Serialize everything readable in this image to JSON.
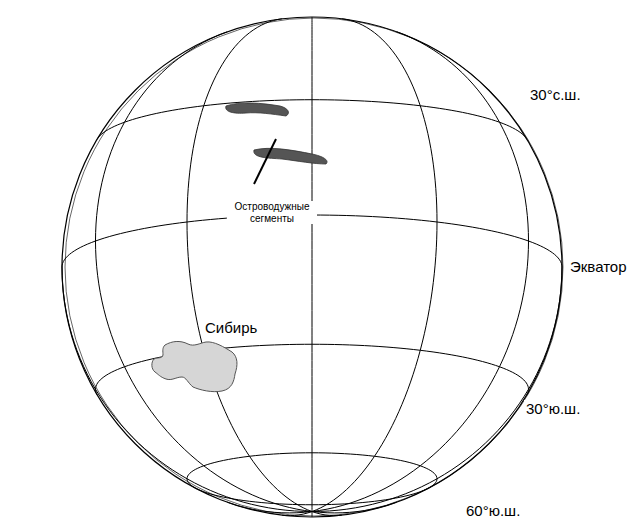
{
  "diagram": {
    "nodes": [
      {
        "text": [
          "Сибирь"
        ]
      }
    ],
    "labels": [
      "Островодужные сегменты",
      "30°с.ш.",
      "Экватор",
      "30°ю.ш.",
      "60°ю.ш."
    ]
  }
}
